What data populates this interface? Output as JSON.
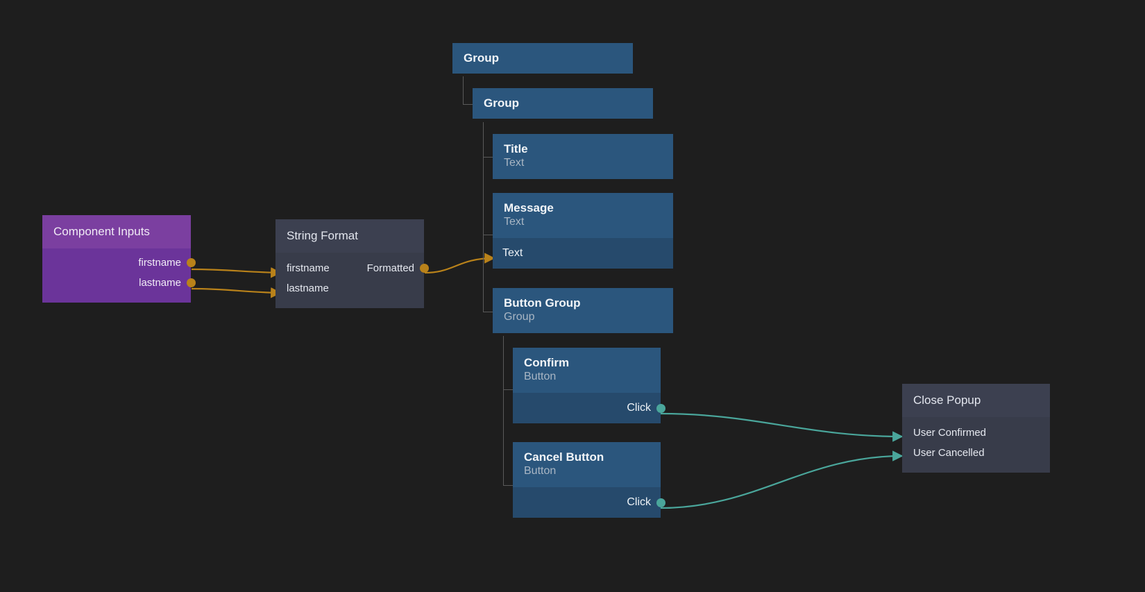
{
  "canvas": {
    "background": "#1e1e1e",
    "accent_amber": "#b9821a",
    "accent_teal": "#4aa69b",
    "node_blue": "#2b567d",
    "node_blue_body": "#264a6c",
    "node_purple": "#7b3fa0",
    "node_slate": "#3c4050"
  },
  "nodes": {
    "component_inputs": {
      "title": "Component Inputs",
      "outputs": [
        {
          "label": "firstname"
        },
        {
          "label": "lastname"
        }
      ]
    },
    "string_format": {
      "title": "String Format",
      "inputs": [
        {
          "label": "firstname"
        },
        {
          "label": "lastname"
        }
      ],
      "outputs": [
        {
          "label": "Formatted"
        }
      ]
    },
    "group_root": {
      "title": "Group",
      "subtitle": ""
    },
    "group_child": {
      "title": "Group",
      "subtitle": ""
    },
    "title_node": {
      "title": "Title",
      "subtitle": "Text"
    },
    "message_node": {
      "title": "Message",
      "subtitle": "Text",
      "ports": [
        {
          "label": "Text"
        }
      ]
    },
    "button_group": {
      "title": "Button Group",
      "subtitle": "Group"
    },
    "confirm": {
      "title": "Confirm",
      "subtitle": "Button",
      "ports": [
        {
          "label": "Click"
        }
      ]
    },
    "cancel": {
      "title": "Cancel Button",
      "subtitle": "Button",
      "ports": [
        {
          "label": "Click"
        }
      ]
    },
    "close_popup": {
      "title": "Close Popup",
      "inputs": [
        {
          "label": "User Confirmed"
        },
        {
          "label": "User Cancelled"
        }
      ]
    }
  }
}
